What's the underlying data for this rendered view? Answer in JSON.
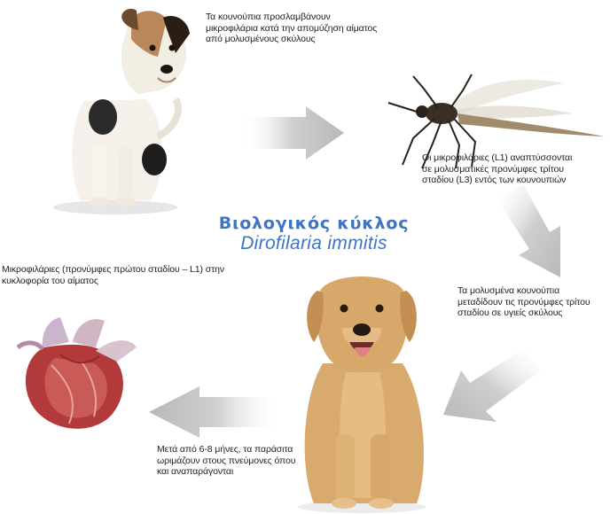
{
  "title": {
    "line1": "Βιολογικός κύκλος",
    "line2": "Dirofilaria immitis"
  },
  "captions": {
    "step1": "Τα κουνούπια προσλαμβάνουν μικροφιλάρια κατά την απομύζηση αίματος από μολυσμένους σκύλους",
    "step2": "Οι μικροφιλάριες (L1) αναπτύσσονται σε μολυσματικές προνύμφες τρίτου σταδίου (L3) εντός των κουνουπιών",
    "step3": "Τα μολυσμένα κουνούπια μεταδίδουν τις προνύμφες τρίτου σταδίου σε υγιείς σκύλους",
    "step4": "Μετά από 6-8 μήνες, τα παράσιτα ωριμάζουν στους πνεύμονες όπου και αναπαράγονται",
    "step5": "Μικροφιλάριες (προνύμφες πρώτου σταδίου – L1) στην κυκλοφορία του αίματος"
  },
  "images": {
    "dog1": "jack-russell-terrier-photo",
    "mosquito": "mosquito-photo",
    "dog2": "labrador-retriever-photo",
    "heart": "heart-illustration"
  },
  "colors": {
    "title": "#3f74c4",
    "arrow": "#c7c7c7"
  }
}
